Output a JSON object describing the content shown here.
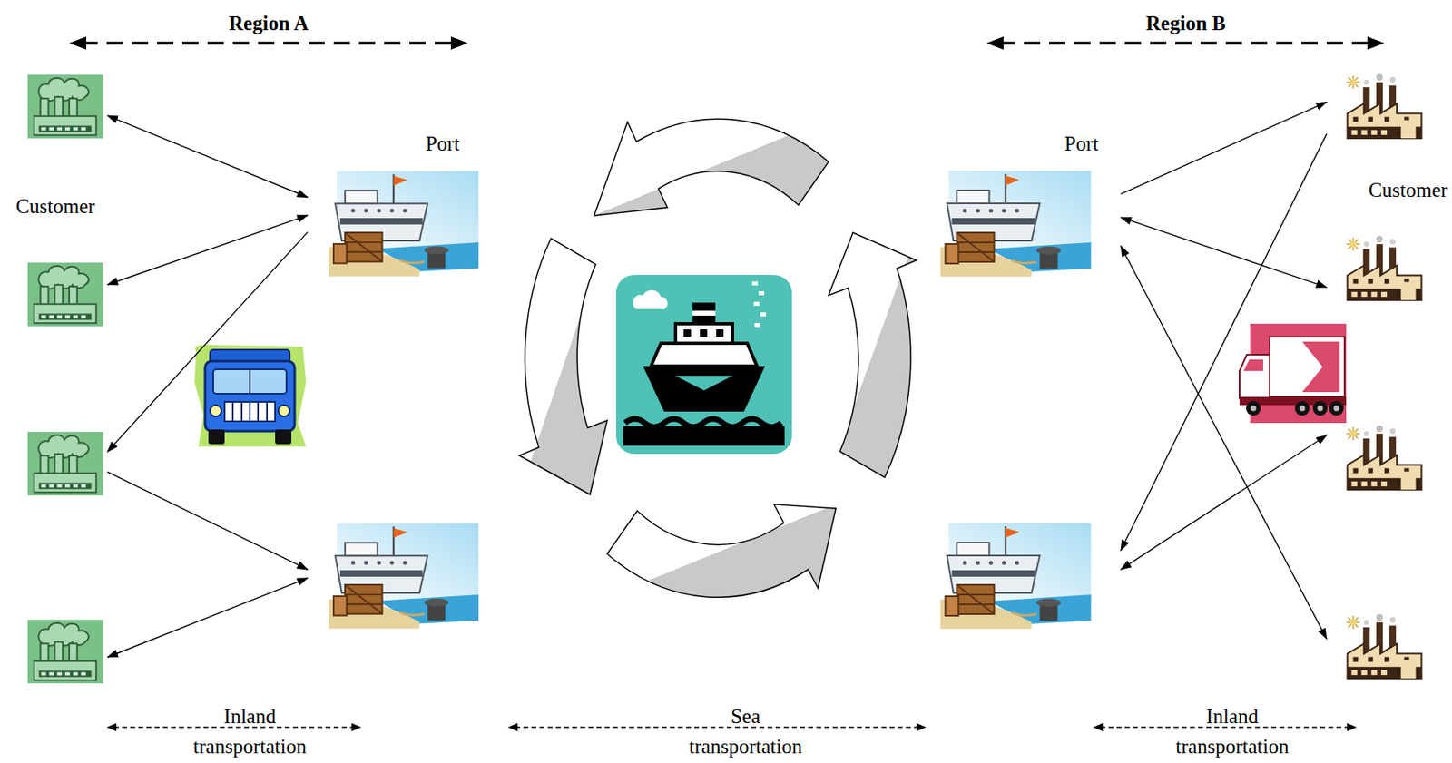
{
  "diagram": {
    "nodes": [
      {
        "text": []
      },
      {
        "text": []
      },
      {
        "text": []
      },
      {
        "text": []
      },
      {
        "text": [
          "Port"
        ]
      },
      {
        "text": []
      },
      {
        "text": [
          "Port"
        ]
      },
      {
        "text": []
      },
      {
        "text": []
      },
      {
        "text": []
      },
      {
        "text": []
      },
      {
        "text": []
      }
    ],
    "edges": [
      {
        "from": 0,
        "to": 4,
        "arrow": "both"
      },
      {
        "from": 1,
        "to": 4,
        "arrow": "both"
      },
      {
        "from": 4,
        "to": 2,
        "arrow": "to"
      },
      {
        "from": 2,
        "to": 5,
        "arrow": "to"
      },
      {
        "from": 3,
        "to": 5,
        "arrow": "both"
      },
      {
        "from": 6,
        "to": 8,
        "arrow": "to"
      },
      {
        "from": 8,
        "to": 7,
        "arrow": "to"
      },
      {
        "from": 6,
        "to": 9,
        "arrow": "both"
      },
      {
        "from": 7,
        "to": 10,
        "arrow": "both"
      },
      {
        "from": 6,
        "to": 11,
        "arrow": "both"
      }
    ],
    "labels": [
      "Region A",
      "Region B",
      "Customer",
      "Customer",
      "Inland transportation",
      "Sea transportation",
      "Inland transportation"
    ]
  }
}
